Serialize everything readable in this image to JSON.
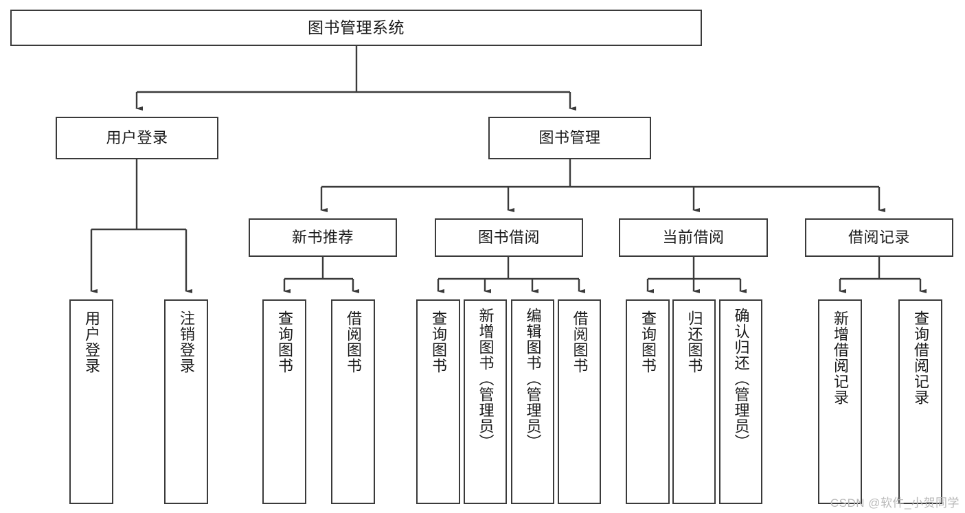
{
  "diagram": {
    "title": "图书管理系统",
    "watermark": "CSDN @软件_小贺同学",
    "root": {
      "label": "图书管理系统"
    },
    "level1": [
      {
        "label": "用户登录"
      },
      {
        "label": "图书管理"
      }
    ],
    "level2": [
      {
        "label": "新书推荐"
      },
      {
        "label": "图书借阅"
      },
      {
        "label": "当前借阅"
      },
      {
        "label": "借阅记录"
      }
    ],
    "leaves": {
      "user_login": [
        {
          "label": "用户登录"
        },
        {
          "label": "注销登录"
        }
      ],
      "new_book_recommend": [
        {
          "label": "查询图书"
        },
        {
          "label": "借阅图书"
        }
      ],
      "book_borrow": [
        {
          "label": "查询图书"
        },
        {
          "label": "新增图书（管理员）"
        },
        {
          "label": "编辑图书（管理员）"
        },
        {
          "label": "借阅图书"
        }
      ],
      "current_borrow": [
        {
          "label": "查询图书"
        },
        {
          "label": "归还图书"
        },
        {
          "label": "确认归还（管理员）"
        }
      ],
      "borrow_records": [
        {
          "label": "新增借阅记录"
        },
        {
          "label": "查询借阅记录"
        }
      ]
    }
  },
  "colors": {
    "border": "#3a3a3a",
    "text": "#1a1a1a",
    "background": "#ffffff",
    "watermark": "#b9b9b9"
  }
}
